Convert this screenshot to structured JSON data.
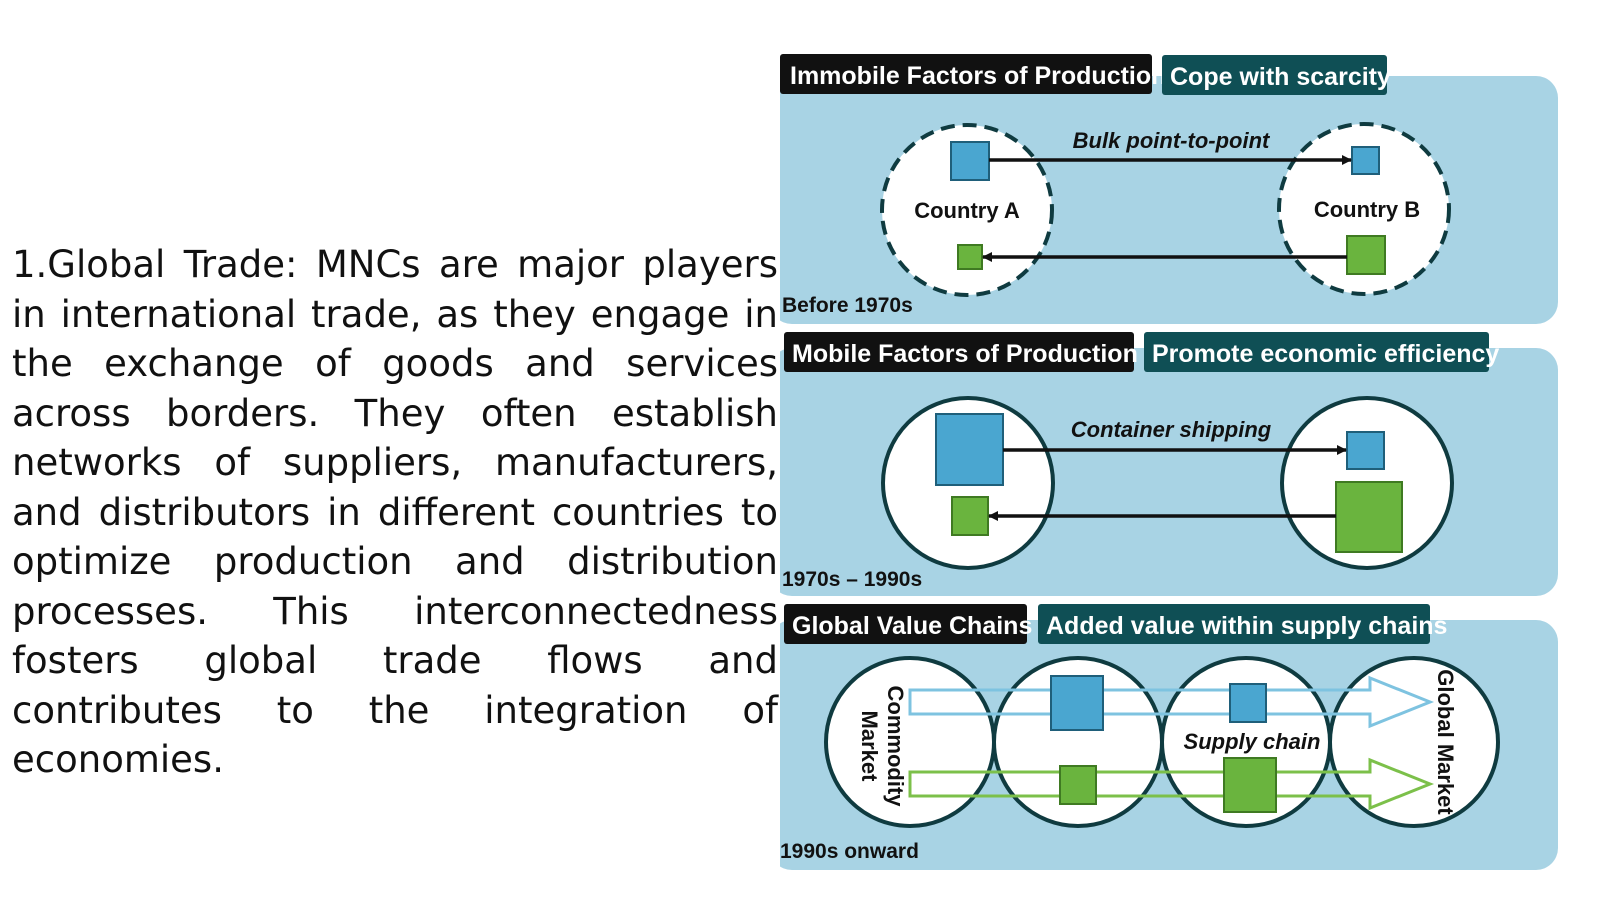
{
  "paragraph": "1.Global Trade: MNCs are major players in international trade, as they engage in the exchange of goods and services across borders. They often establish networks of suppliers, manufacturers, and distributors in different countries to optimize production and distribution processes. This interconnectedness fosters global trade flows and contributes to the integration of economies.",
  "colors": {
    "panel": "#a8d3e4",
    "dark_tag": "#111111",
    "teal_tag": "#0f4f55",
    "blue_box": "#4aa6d0",
    "green_box": "#6ab43e",
    "circle_stroke": "#0f3b40"
  },
  "panels": [
    {
      "tag_dark": "Immobile Factors of Production",
      "tag_teal": "Cope with scarcity",
      "period": "Before 1970s",
      "arrow_label": "Bulk point-to-point",
      "country_a": "Country A",
      "country_b": "Country B"
    },
    {
      "tag_dark": "Mobile Factors of Production",
      "tag_teal": "Promote economic efficiency",
      "period": "1970s – 1990s",
      "arrow_label": "Container shipping"
    },
    {
      "tag_dark": "Global Value Chains",
      "tag_teal": "Added value within supply chains",
      "period": "1990s onward",
      "left_market": "Commodity Market",
      "right_market": "Global Market",
      "chain_label": "Supply chain"
    }
  ]
}
